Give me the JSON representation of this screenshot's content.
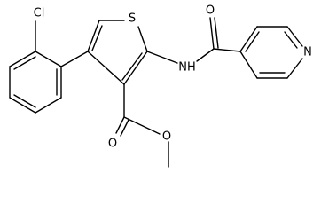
{
  "diagram": {
    "atom_labels": {
      "chlorine": "Cl",
      "sulfur": "S",
      "amide_nh": "NH",
      "amide_oxygen": "O",
      "pyridine_nitrogen": "N",
      "ester_carbonyl_oxygen": "O",
      "ester_ether_oxygen": "O"
    }
  }
}
